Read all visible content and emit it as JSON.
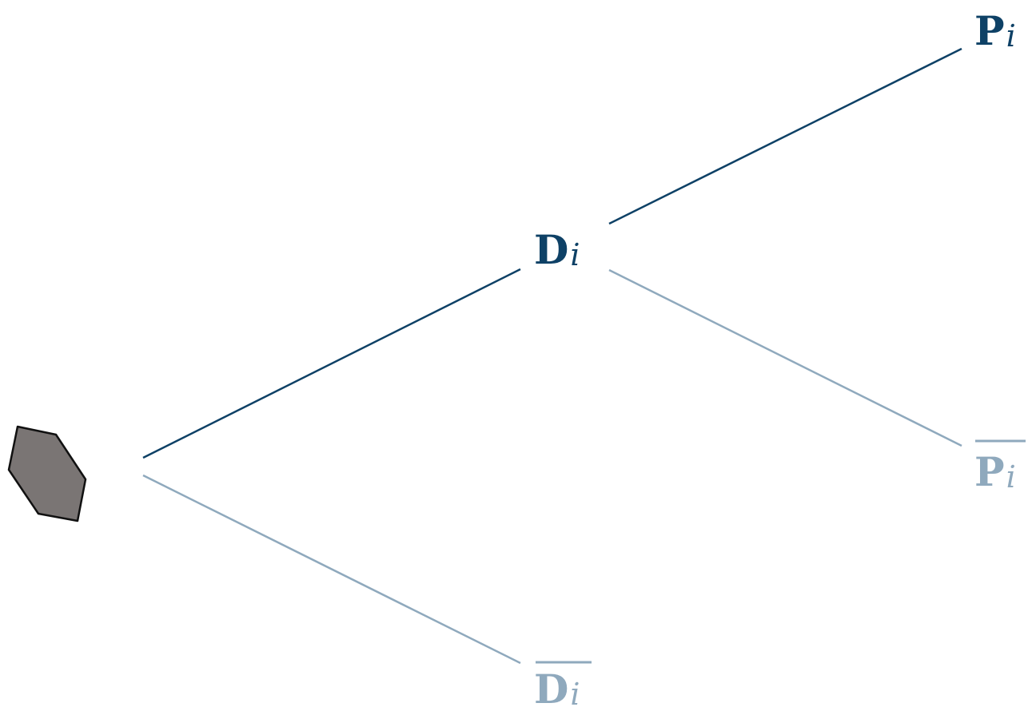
{
  "colors": {
    "primary": "#0e4166",
    "faded": "#8fa9bd",
    "root_fill": "#7a7574",
    "root_stroke": "#111111"
  },
  "root": {
    "icon": "hexagon-icon"
  },
  "nodes": {
    "d": {
      "symbol": "D",
      "subscript": "i",
      "negated": false,
      "emphasis": "primary"
    },
    "d_bar": {
      "symbol": "D",
      "subscript": "i",
      "negated": true,
      "emphasis": "faded"
    },
    "p": {
      "symbol": "P",
      "subscript": "i",
      "negated": false,
      "emphasis": "primary"
    },
    "p_bar": {
      "symbol": "P",
      "subscript": "i",
      "negated": true,
      "emphasis": "faded"
    }
  },
  "edges": [
    {
      "from": "root",
      "to": "d",
      "emphasis": "primary"
    },
    {
      "from": "root",
      "to": "d_bar",
      "emphasis": "faded"
    },
    {
      "from": "d",
      "to": "p",
      "emphasis": "primary"
    },
    {
      "from": "d",
      "to": "p_bar",
      "emphasis": "faded"
    }
  ]
}
